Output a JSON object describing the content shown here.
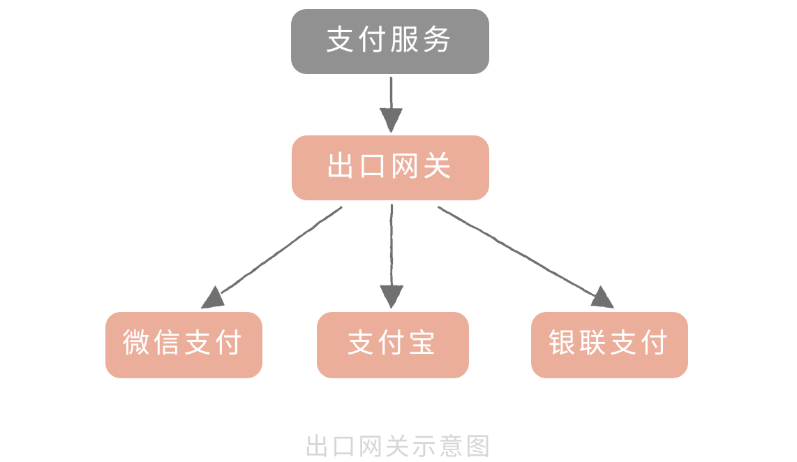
{
  "diagram": {
    "caption": "出口网关示意图",
    "background_color": "#ffffff",
    "caption_color": "#d6d6d6",
    "arrow_color": "#6f6f6f",
    "style": "hand-drawn sketch",
    "nodes": [
      {
        "id": "service",
        "label": "支付服务",
        "fill": "#919191",
        "text_color": "#ffffff",
        "level": "source"
      },
      {
        "id": "gateway",
        "label": "出口网关",
        "fill": "#ebae9b",
        "text_color": "#ffffff",
        "level": "middle"
      },
      {
        "id": "wechat",
        "label": "微信支付",
        "fill": "#ebae9b",
        "text_color": "#ffffff",
        "level": "target"
      },
      {
        "id": "alipay",
        "label": "支付宝",
        "fill": "#ebae9b",
        "text_color": "#ffffff",
        "level": "target"
      },
      {
        "id": "unionpay",
        "label": "银联支付",
        "fill": "#ebae9b",
        "text_color": "#ffffff",
        "level": "target"
      }
    ],
    "edges": [
      {
        "id": "service-to-gateway",
        "from": "支付服务",
        "to": "出口网关",
        "direction": "down"
      },
      {
        "id": "gateway-to-wechat",
        "from": "出口网关",
        "to": "微信支付",
        "direction": "down-left"
      },
      {
        "id": "gateway-to-alipay",
        "from": "出口网关",
        "to": "支付宝",
        "direction": "down"
      },
      {
        "id": "gateway-to-unionpay",
        "from": "出口网关",
        "to": "银联支付",
        "direction": "down-right"
      }
    ]
  }
}
